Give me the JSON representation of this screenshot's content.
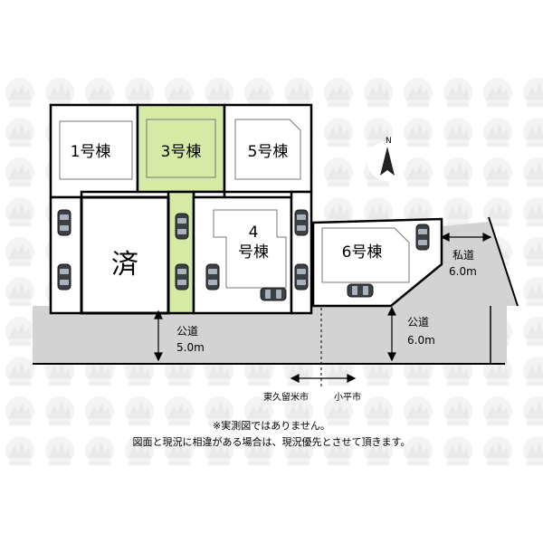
{
  "lots": {
    "lot1": "1号棟",
    "lot3": "3号棟",
    "lot5": "5号棟",
    "lot4_num": "4",
    "lot4_name": "号棟",
    "lot6": "6号棟",
    "sold": "済"
  },
  "roads": {
    "public_left_name": "公道",
    "public_left_width": "5.0m",
    "public_right_name": "公道",
    "public_right_width": "6.0m",
    "private_name": "私道",
    "private_width": "6.0m"
  },
  "boundary": {
    "left_city": "東久留米市",
    "right_city": "小平市"
  },
  "notes": {
    "line1": "※実測図ではありません。",
    "line2": "図面と現況に相違がある場合は、現況優先とさせて頂きます。"
  },
  "colors": {
    "highlight_lot": "#d6eaa6",
    "highlight_border": "#9acd32",
    "road_gray": "#d4d4d4",
    "watermark": "#f2f2f2",
    "car_dark": "#3c3f44"
  },
  "icons": {
    "north": "north-arrow-icon",
    "car": "car-icon"
  }
}
